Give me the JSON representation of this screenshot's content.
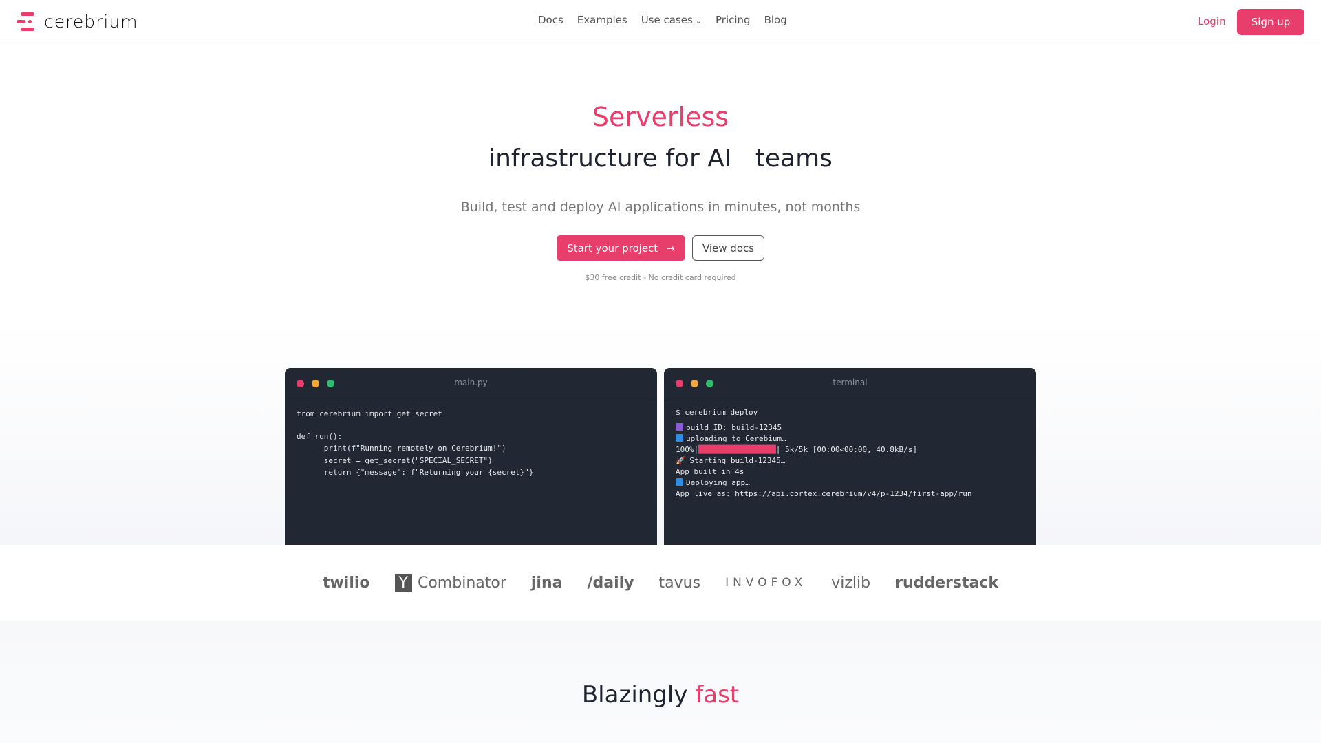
{
  "brand": {
    "name": "cerebrium",
    "accent": "#e83e6c"
  },
  "nav": {
    "links": [
      "Docs",
      "Examples",
      "Use cases",
      "Pricing",
      "Blog"
    ],
    "login": "Login",
    "signup": "Sign up"
  },
  "hero": {
    "title_accent": "Serverless",
    "title_rest": "infrastructure for AI   teams",
    "subtitle": "Build, test and deploy AI applications in minutes, not months",
    "cta_primary": "Start your project",
    "cta_secondary": "View docs",
    "note": "$30 free credit - No credit card required"
  },
  "code_panel": {
    "title": "main.py",
    "lines": [
      "from cerebrium import get_secret",
      "",
      "def run():",
      "      print(f\"Running remotely on Cerebrium!\")",
      "      secret = get_secret(\"SPECIAL_SECRET\")",
      "      return {\"message\": f\"Returning your {secret}\"}"
    ]
  },
  "terminal_panel": {
    "title": "terminal",
    "command": "$ cerebrium deploy",
    "build_id": "build ID: build-12345",
    "uploading": "uploading to Cerebium…",
    "progress_pct": "100%",
    "progress_value": 100,
    "progress_stats": "5k/5k [00:00<00:00, 40.8kB/s]",
    "starting": "Starting build-12345…",
    "built": "App built in 4s",
    "deploying": "Deploying app…",
    "live": "App live as: https://api.cortex.cerebrium/v4/p-1234/first-app/run"
  },
  "logos": [
    "twilio",
    "Combinator",
    "jina",
    "/daily",
    "tavus",
    "INVOFOX",
    "vizlib",
    "rudderstack"
  ],
  "section": {
    "title_plain": "Blazingly",
    "title_accent": "fast"
  }
}
